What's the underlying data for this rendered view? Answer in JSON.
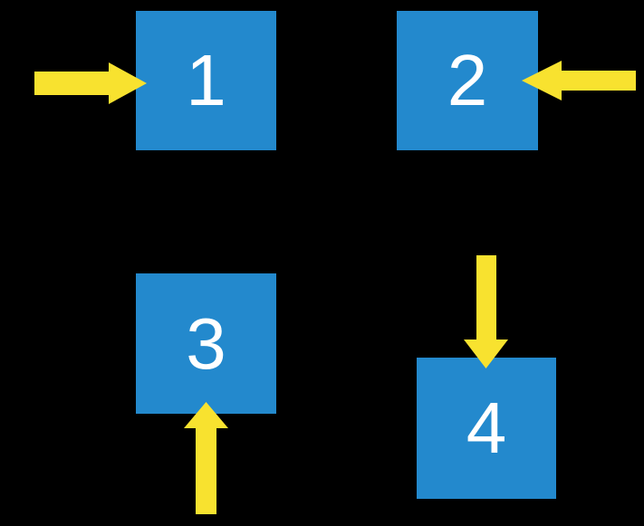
{
  "diagram": {
    "description": "Four numbered squares, each pointed at by a block arrow from a different side",
    "squares": [
      {
        "label": "1",
        "position": "top-left",
        "arrow_direction": "right",
        "arrow_enters_from": "left"
      },
      {
        "label": "2",
        "position": "top-right",
        "arrow_direction": "left",
        "arrow_enters_from": "right"
      },
      {
        "label": "3",
        "position": "bottom-left",
        "arrow_direction": "up",
        "arrow_enters_from": "bottom"
      },
      {
        "label": "4",
        "position": "bottom-right",
        "arrow_direction": "down",
        "arrow_enters_from": "top"
      }
    ]
  },
  "colors": {
    "background": "#000000",
    "square_fill": "#2389CD",
    "square_text": "#FFFFFF",
    "arrow": "#F8E22F"
  }
}
